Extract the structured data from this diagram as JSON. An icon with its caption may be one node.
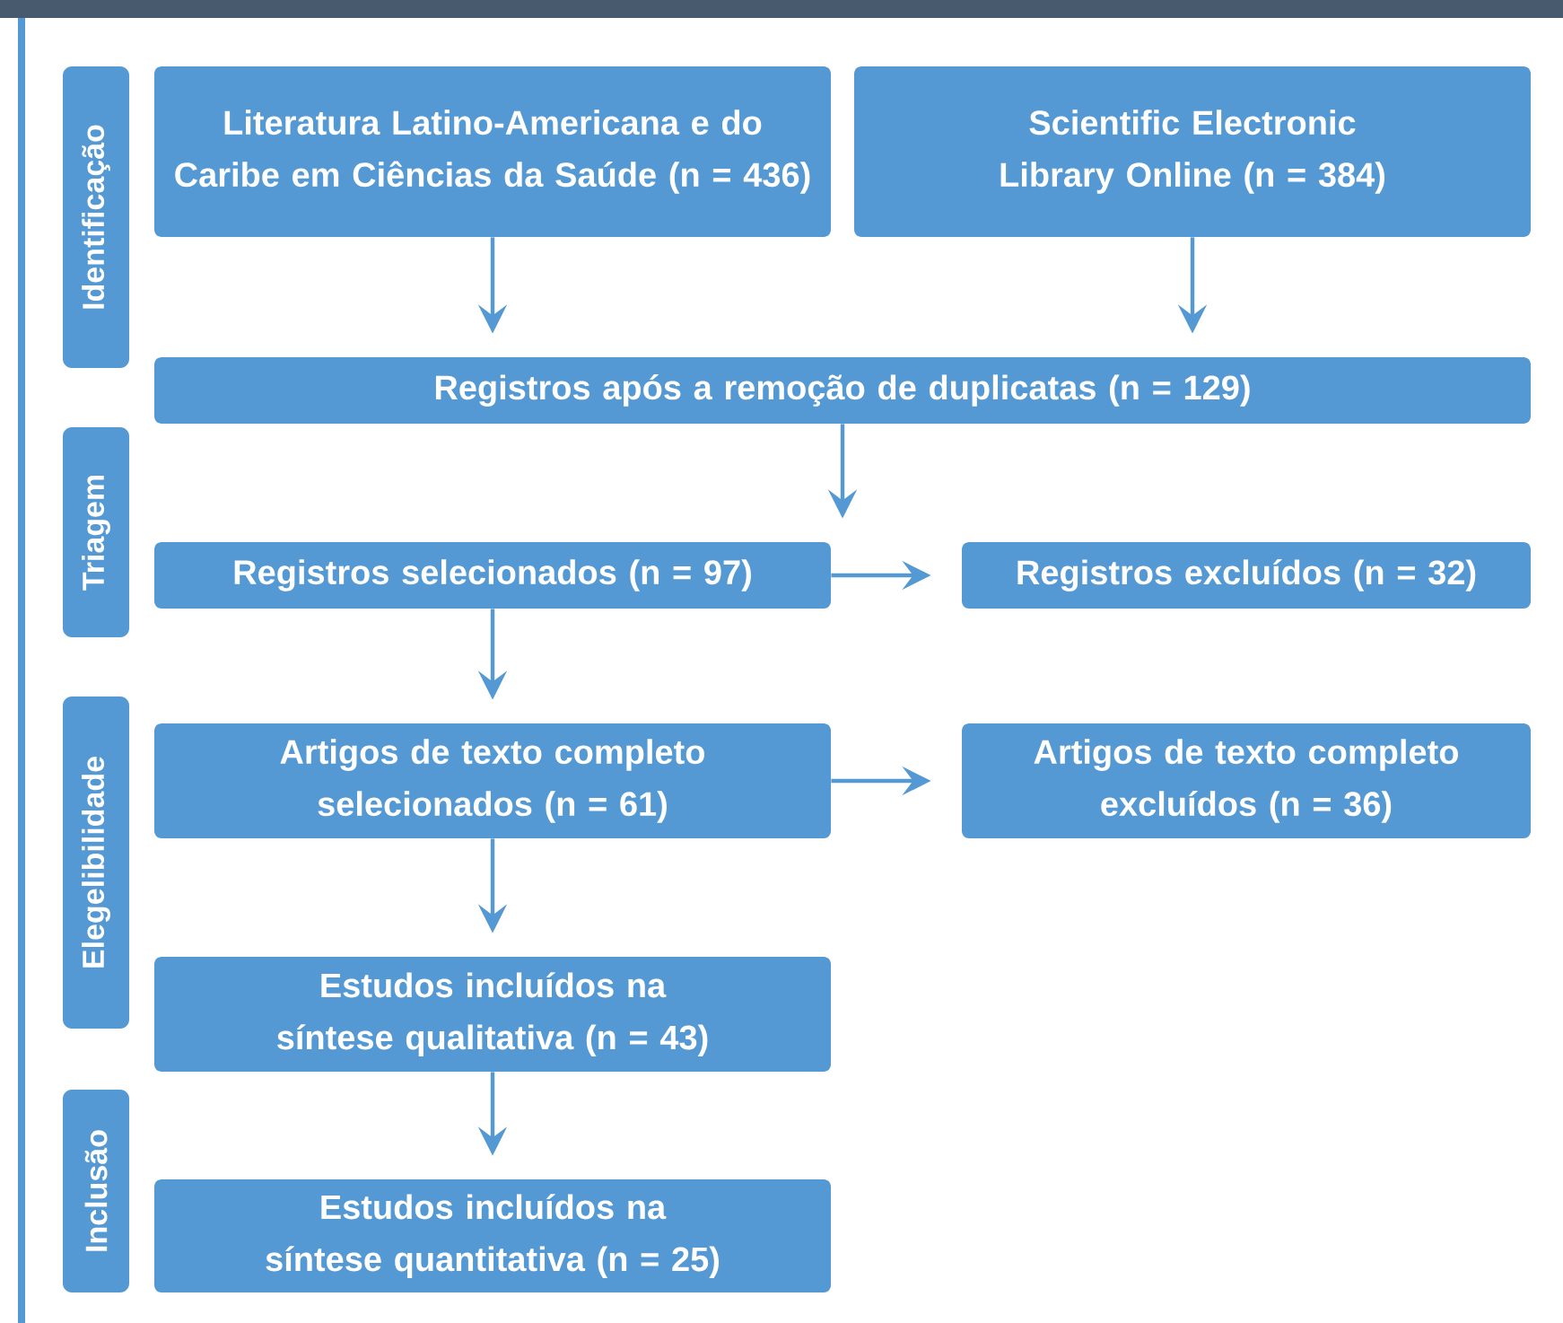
{
  "diagram": {
    "nodes": [
      {
        "text": [
          "Identificação"
        ]
      },
      {
        "text": [
          "Literatura Latino-Americana e do Caribe em Ciências da Saúde (n = 436)"
        ]
      },
      {
        "text": [
          "Scientific Electronic Library Online (n = 384)"
        ]
      },
      {
        "text": [
          "Registros após a remoção de duplicatas (n = 129)"
        ]
      },
      {
        "text": [
          "Triagem"
        ]
      },
      {
        "text": [
          "Registros selecionados (n = 97)"
        ]
      },
      {
        "text": [
          "Registros excluídos (n = 32)"
        ]
      },
      {
        "text": [
          "Elegelibilidade"
        ]
      },
      {
        "text": [
          "Artigos de texto completo selecionados (n =  61)"
        ]
      },
      {
        "text": [
          "Artigos de texto completo excluídos (n = 36)"
        ]
      },
      {
        "text": [
          "Estudos incluídos na síntese qualitativa (n = 43)"
        ]
      },
      {
        "text": [
          "Inclusão"
        ]
      },
      {
        "text": [
          "Estudos incluídos na síntese quantitativa (n = 25)"
        ]
      }
    ],
    "edges": [
      {
        "from": 1,
        "to": 3,
        "arrow": "to"
      },
      {
        "from": 2,
        "to": 3,
        "arrow": "to"
      },
      {
        "from": 3,
        "to": 5,
        "arrow": "to"
      },
      {
        "from": 5,
        "to": 6,
        "arrow": "to"
      },
      {
        "from": 5,
        "to": 8,
        "arrow": "to"
      },
      {
        "from": 8,
        "to": 9,
        "arrow": "to"
      },
      {
        "from": 8,
        "to": 10,
        "arrow": "to"
      },
      {
        "from": 10,
        "to": 12,
        "arrow": "to"
      }
    ]
  }
}
